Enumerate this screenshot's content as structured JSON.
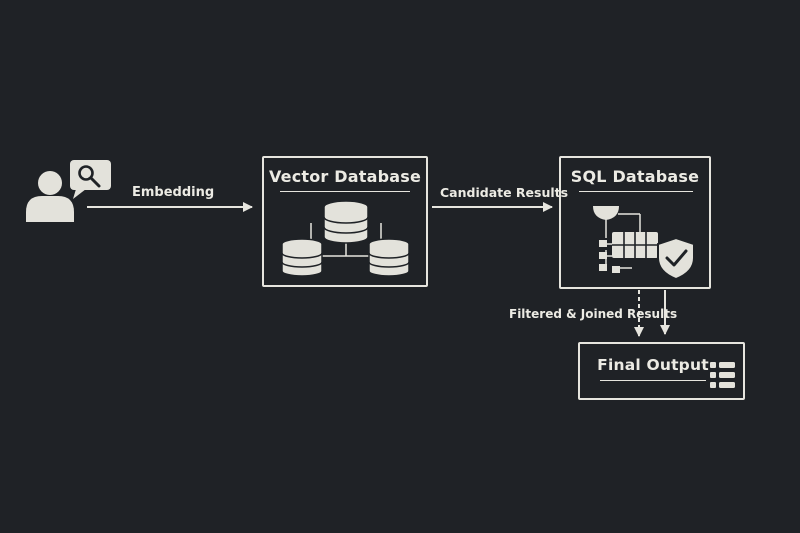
{
  "diagram": {
    "nodes": {
      "user": {
        "icon": "user-with-search-bubble-icon"
      },
      "vector_db": {
        "title": "Vector Database",
        "icon": "database-cluster-icon"
      },
      "sql_db": {
        "title": "SQL Database",
        "icon": "sql-schema-shield-icon"
      },
      "final_output": {
        "title": "Final Output",
        "icon": "list-icon"
      }
    },
    "edges": {
      "embedding": {
        "label": "Embedding"
      },
      "candidate_results": {
        "label": "Candidate Results"
      },
      "filtered_joined": {
        "label": "Filtered & Joined Results"
      }
    },
    "colors": {
      "background": "#1f2226",
      "foreground": "#e6e5de"
    }
  }
}
